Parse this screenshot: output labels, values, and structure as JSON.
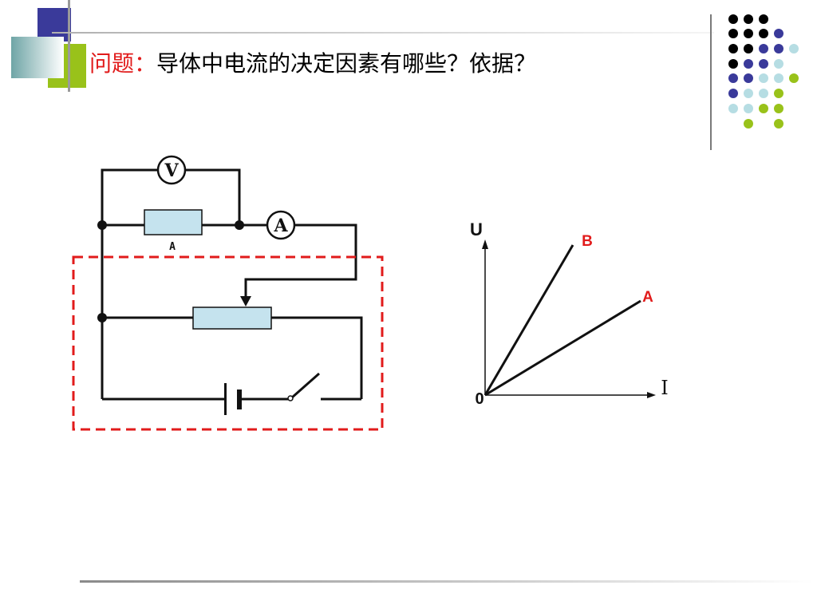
{
  "slide": {
    "title_prefix": "问题：",
    "title_body": "导体中电流的决定因素有哪些？依据？"
  },
  "circuit": {
    "voltmeter_label": "V",
    "ammeter_label": "A",
    "resistor_label": "A",
    "dashed_box_color": "#e11b1b",
    "resistor_fill": "#c5e3ee",
    "icons": [
      "voltmeter-icon",
      "ammeter-icon",
      "resistor-icon",
      "rheostat-icon",
      "battery-icon",
      "switch-icon"
    ]
  },
  "graph": {
    "y_axis_label": "U",
    "x_axis_label": "I",
    "origin_label": "0",
    "line_b_label": "B",
    "line_a_label": "A",
    "label_color": "#e11b1b"
  },
  "theme": {
    "accent_blue": "#3a3a9a",
    "accent_green": "#99c21a",
    "accent_light_blue": "#b6dde3",
    "dot_black": "#000000"
  }
}
